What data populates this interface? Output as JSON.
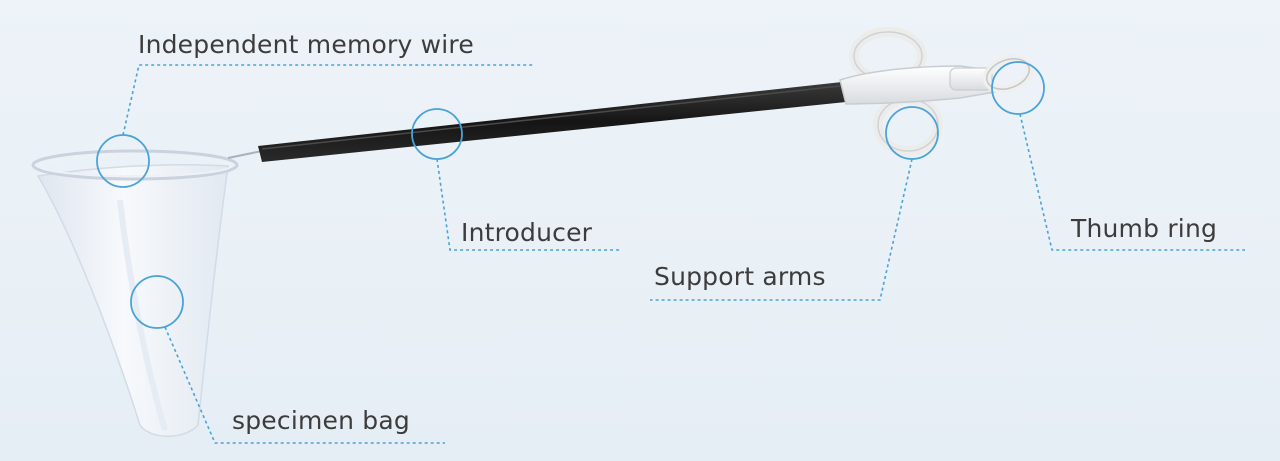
{
  "labels": {
    "memory_wire": "Independent memory wire",
    "introducer": "Introducer",
    "support_arms": "Support arms",
    "thumb_ring": "Thumb ring",
    "specimen_bag": "specimen bag"
  },
  "colors": {
    "callout": "#4aa3d8",
    "shaft": "#1b1b1b",
    "handle": "#f4f4f2",
    "bag": "#f3f6fa",
    "text": "#3c3c3c"
  }
}
